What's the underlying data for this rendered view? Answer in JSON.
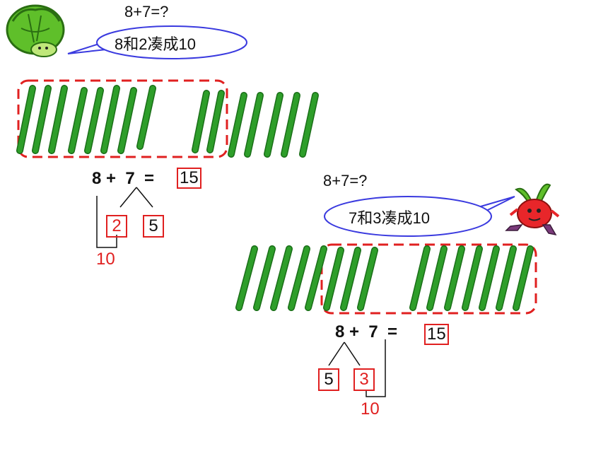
{
  "section1": {
    "question": "8+7=?",
    "bubble": "8和2凑成10",
    "eq_lhs": "8 +  7  =",
    "eq_result": "15",
    "box_a": "2",
    "box_b": "5",
    "ten": "10"
  },
  "section2": {
    "question": "8+7=?",
    "bubble": "7和3凑成10",
    "eq_lhs": "8 +  7  =",
    "eq_result": "15",
    "box_a": "5",
    "box_b": "3",
    "ten": "10"
  },
  "colors": {
    "stick": "#2e9e2a",
    "stick_dark": "#1a6e18",
    "dash": "#e02020",
    "bubble_border": "#3a3adf"
  }
}
